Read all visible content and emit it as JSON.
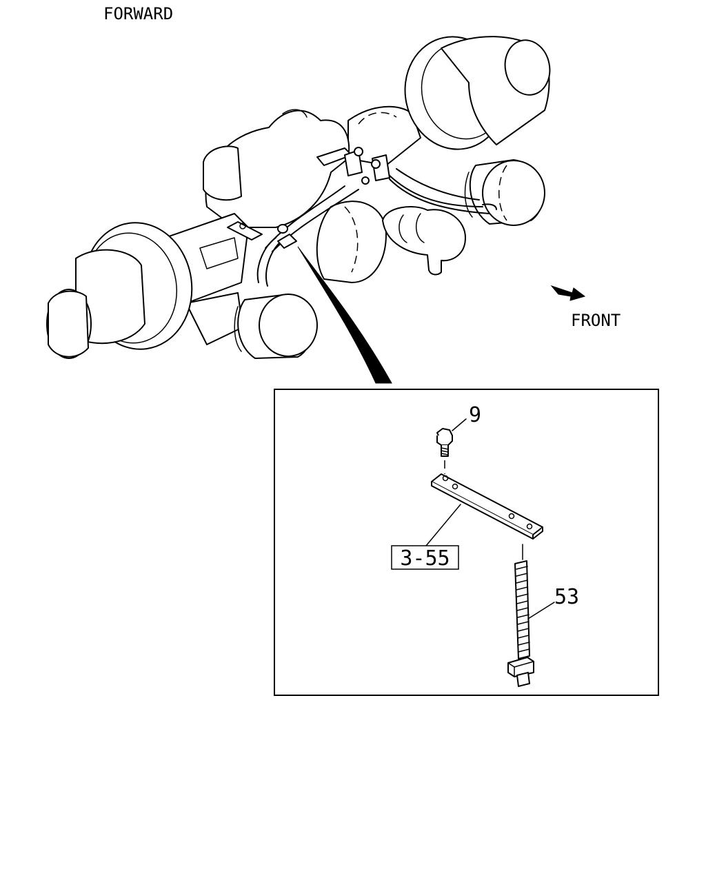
{
  "labels": {
    "forward": "FORWARD",
    "front": "FRONT"
  },
  "callouts": {
    "bolt": "9",
    "bracket": "3-55",
    "cable_tie": "53"
  },
  "colors": {
    "line": "#000000",
    "background": "#ffffff"
  }
}
